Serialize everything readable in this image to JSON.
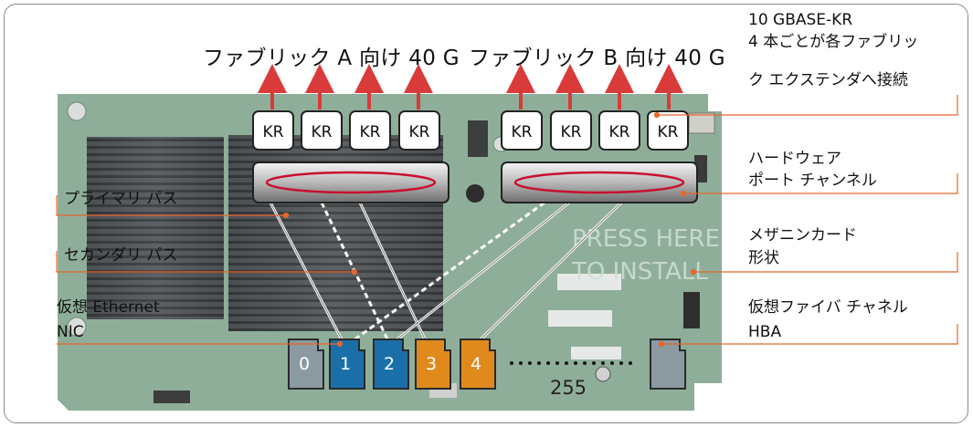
{
  "headers": {
    "fabric_a": "ファブリック A 向け 40 G",
    "fabric_b": "ファブリック B 向け 40 G"
  },
  "callouts": {
    "kr_10g_line1": "10 GBASE-KR",
    "kr_10g_line2": "4 本ごとが各ファブリッ",
    "kr_10g_line3": "ク エクステンダへ接続",
    "hw_port_channel_line1": "ハードウェア",
    "hw_port_channel_line2": "ポート チャンネル",
    "mezzanine_line1": "メザニンカード",
    "mezzanine_line2": "形状",
    "vhba_line1": "仮想ファイバ チャネル",
    "vhba_line2": "HBA",
    "primary_path": "プライマリ パス",
    "secondary_path": "セカンダリ パス",
    "vnic_line1": "仮想 Ethernet",
    "vnic_line2": "NIC"
  },
  "kr_label": "KR",
  "ports": [
    "0",
    "1",
    "2",
    "3",
    "4"
  ],
  "last_port": "255",
  "board_print": {
    "line1": "PRESS HERE",
    "line2": "TO INSTALL"
  },
  "colors": {
    "arrow": "#d93a3a",
    "callout_line": "#e8662e",
    "port_blue": "#1a6fa8",
    "port_orange": "#e08a1e",
    "port_gray": "#8a9aa0",
    "board": "#8fae9a",
    "ring": "#c8102e"
  }
}
